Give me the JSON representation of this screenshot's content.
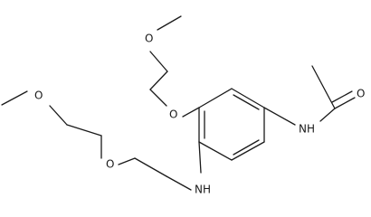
{
  "structure": {
    "atoms": {
      "amide_oxygen": "O",
      "amide_nh": "NH",
      "methoxy_oxygen_top": "O",
      "aryl_ether_oxygen": "O",
      "methoxy_oxygen_left": "O",
      "ether_oxygen_mid": "O",
      "amine_nh": "NH"
    }
  },
  "colors": {
    "bond": "#1a1a1a",
    "label": "#1a1a1a",
    "background": "#ffffff"
  }
}
